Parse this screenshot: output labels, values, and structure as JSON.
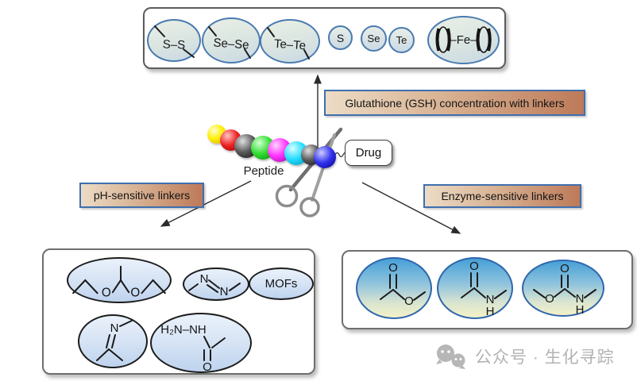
{
  "colors": {
    "banner_gradient_start": "#ecdcc6",
    "banner_gradient_end": "#bd7a59",
    "banner_border": "#3f6fae",
    "gsh_ellipse_border": "#4a7ab0",
    "gsh_ellipse_fill_top": "#e9efe6",
    "gsh_ellipse_fill_bottom": "#c9d9e3",
    "ph_ellipse_border": "#1c1c1c",
    "ph_ellipse_fill_top": "#eaf1fb",
    "ph_ellipse_fill_bottom": "#bed3ee",
    "enzyme_ellipse_border": "#2f66ad",
    "enzyme_ellipse_fill_top": "#47a0d7",
    "enzyme_ellipse_fill_bottom": "#f4f1c8",
    "arrow": "#2b2b2b",
    "watermark_gray": "#b3b3b3",
    "bead_colors": [
      "#ffee00",
      "#ee2222",
      "#3a3a3a",
      "#33dd33",
      "#ff33ff",
      "#22ddff",
      "#3a3a3a",
      "#3333ee"
    ]
  },
  "gsh_panel": {
    "items": [
      {
        "label": "S–S"
      },
      {
        "label": "Se–Se"
      },
      {
        "label": "Te–Te"
      },
      {
        "label": "S"
      },
      {
        "label": "Se"
      },
      {
        "label": "Te"
      },
      {
        "label": "–Fe–"
      }
    ]
  },
  "banners": {
    "gsh": "Glutathione (GSH) concentration with linkers",
    "ph": "pH-sensitive linkers",
    "enzyme": "Enzyme-sensitive linkers"
  },
  "center": {
    "peptide_label": "Peptide",
    "drug_label": "Drug"
  },
  "ph_panel": {
    "mofs_label": "MOFs",
    "hydrazide_label": "H₂N–NH"
  },
  "atoms": {
    "o": "O",
    "n": "N",
    "h": "H"
  },
  "watermark": {
    "text": "公众号 · 生化寻踪"
  }
}
